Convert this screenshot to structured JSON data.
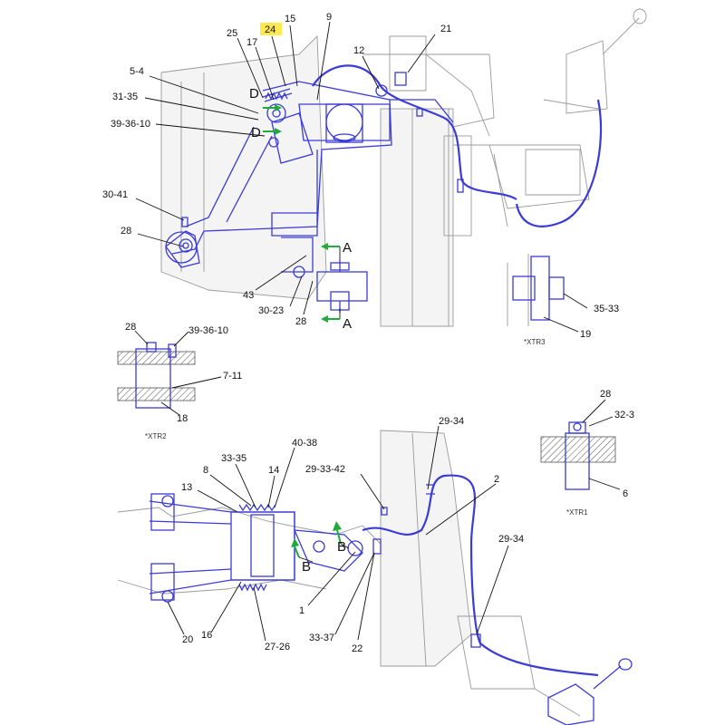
{
  "colors": {
    "assembly_line": "#3b3bd6",
    "background_line": "#9a9a9a",
    "arrow_green": "#1faa3a",
    "highlight": "#ffe94d"
  },
  "callouts": {
    "c24": "24",
    "c15": "15",
    "c9": "9",
    "c25": "25",
    "c17": "17",
    "c21": "21",
    "c12": "12",
    "c5_4": "5-4",
    "c31_35": "31-35",
    "c39_36_10_top": "39-36-10",
    "c30_41": "30-41",
    "c28_main": "28",
    "c43": "43",
    "c30_23": "30-23",
    "c28_lower": "28",
    "c35_33": "35-33",
    "c19": "19",
    "c28_xtr2": "28",
    "c39_36_10_xtr2": "39-36-10",
    "c7_11": "7-11",
    "c18": "18",
    "c28_xtr1": "28",
    "c32_3": "32-3",
    "c6": "6",
    "c29_34_top": "29-34",
    "c33_35": "33-35",
    "c40_38": "40-38",
    "c8": "8",
    "c14": "14",
    "c29_33_42": "29-33-42",
    "c2": "2",
    "c13": "13",
    "c29_34_right": "29-34",
    "c1": "1",
    "c33_37": "33-37",
    "c22": "22",
    "c20": "20",
    "c16": "16",
    "c27_26": "27-26"
  },
  "view_letters": {
    "d_upper": "D",
    "d_lower": "D",
    "a_upper": "A",
    "a_lower": "A",
    "b_left": "B",
    "b_right": "B"
  },
  "view_tags": {
    "xtr3": "*XTR3",
    "xtr2": "*XTR2",
    "xtr1": "*XTR1"
  }
}
